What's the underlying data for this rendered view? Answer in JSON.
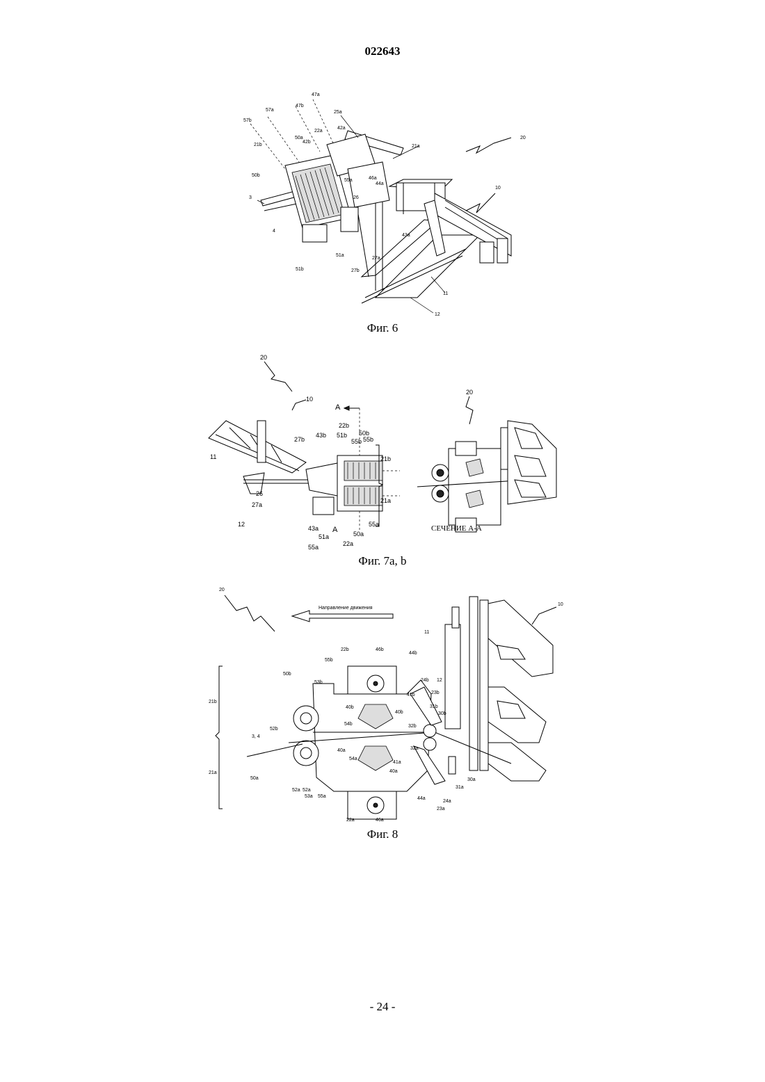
{
  "header": {
    "doc_number": "022643"
  },
  "figures": {
    "fig6": {
      "caption": "Фиг. 6",
      "labels": [
        "47a",
        "47b",
        "57a",
        "57b",
        "25a",
        "22a",
        "42a",
        "50a",
        "42b",
        "21b",
        "21a",
        "20",
        "50b",
        "55a",
        "46a",
        "44a",
        "10",
        "3",
        "26",
        "4",
        "43a",
        "51a",
        "27a",
        "27b",
        "51b",
        "11",
        "12"
      ]
    },
    "fig7": {
      "caption": "Фиг. 7a, b",
      "section_label": "СЕЧЕНИЕ A-A",
      "labels": [
        "20",
        "10",
        "A",
        "22b",
        "50b",
        "55b",
        "43b",
        "51b",
        "55b",
        "27b",
        "21b",
        "11",
        "26",
        "27a",
        "21a",
        "12",
        "43a",
        "51a",
        "A",
        "50a",
        "55a",
        "22a",
        "55a",
        "20"
      ]
    },
    "fig8": {
      "caption": "Фиг. 8",
      "direction_label": "Направление движения",
      "labels": [
        "20",
        "10",
        "11",
        "22b",
        "46b",
        "44b",
        "55b",
        "50b",
        "53b",
        "24b",
        "41b",
        "23b",
        "12",
        "21b",
        "40b",
        "40b",
        "31b",
        "30b",
        "52b",
        "54b",
        "32b",
        "3, 4",
        "40a",
        "32a",
        "54a",
        "41a",
        "40a",
        "21a",
        "50a",
        "30a",
        "31a",
        "52a",
        "52a",
        "53a",
        "55a",
        "44a",
        "24a",
        "23a",
        "22a",
        "46a"
      ]
    }
  },
  "footer": {
    "page_number": "- 24 -"
  }
}
